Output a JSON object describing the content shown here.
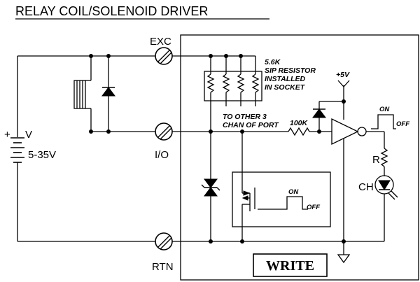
{
  "title": "RELAY COIL/SOLENOID DRIVER",
  "terminals": {
    "exc": "EXC",
    "io": "I/O",
    "rtn": "RTN"
  },
  "supply": {
    "plus": "+",
    "v": "V",
    "range": "5-35V"
  },
  "resistor_note": {
    "line1": "5.6K",
    "line2": "SIP RESISTOR",
    "line3": "INSTALLED",
    "line4": "IN SOCKET"
  },
  "other_channels": {
    "line1": "TO OTHER 3",
    "line2": "CHAN OF PORT"
  },
  "series_resistor": "100K",
  "supply_rail": "+5V",
  "signal_top": {
    "on": "ON",
    "off": "OFF"
  },
  "signal_inner": {
    "on": "ON",
    "off": "OFF"
  },
  "led_resistor": "R",
  "led_label": "CH",
  "write_box": "WRITE"
}
